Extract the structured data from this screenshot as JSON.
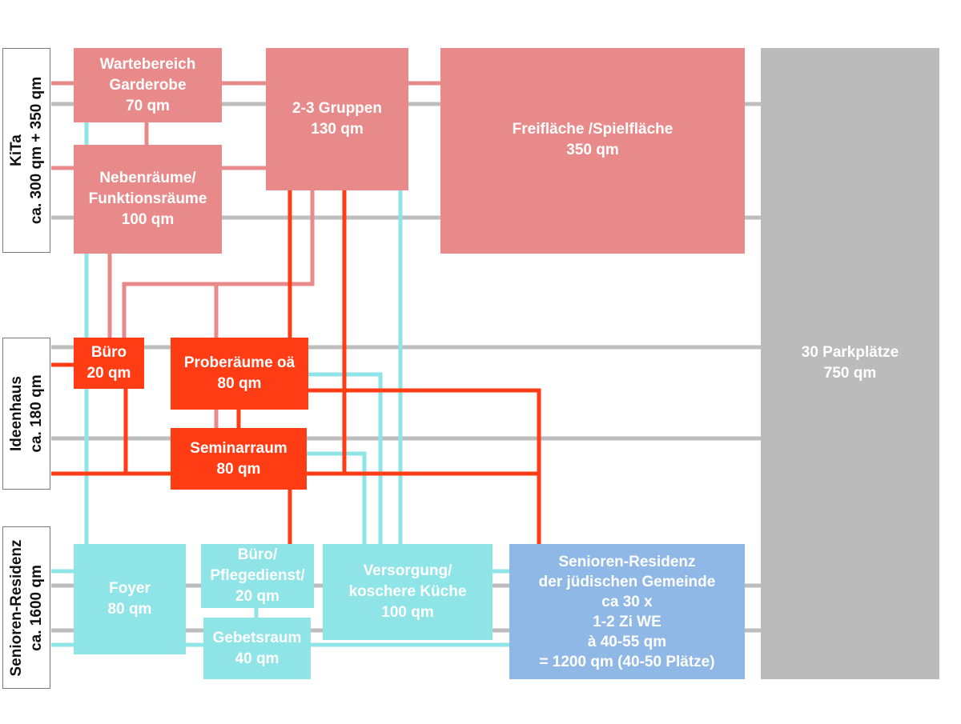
{
  "colors": {
    "kita": "#e98a8a",
    "ideenhaus": "#ff3c14",
    "senioren": "#8fe4e8",
    "residenz": "#8fb8e6",
    "parking": "#bbbbbb",
    "line_gray": "#bdbdbd"
  },
  "zones": {
    "kita": [
      "KiTa",
      "ca. 300 qm + 350 qm"
    ],
    "ideenhaus": [
      "Ideenhaus",
      "ca. 180 qm"
    ],
    "senioren": [
      "Senioren-Residenz",
      "ca. 1600 qm"
    ]
  },
  "rooms": {
    "wartebereich": [
      "Wartebereich",
      "Garderobe",
      "70 qm"
    ],
    "nebenraeume": [
      "Nebenräume/",
      "Funktionsräume",
      "100 qm"
    ],
    "gruppen": [
      "2-3 Gruppen",
      "130 qm"
    ],
    "freiflaeche": [
      "Freifläche /Spielfläche",
      "350 qm"
    ],
    "buero_ideen": [
      "Büro",
      "20 qm"
    ],
    "proberaeume": [
      "Proberäume oä",
      "80 qm"
    ],
    "seminarraum": [
      "Seminarraum",
      "80 qm"
    ],
    "foyer": [
      "Foyer",
      "80 qm"
    ],
    "buero_pflege": [
      "Büro/",
      "Pflegedienst/",
      "20 qm"
    ],
    "gebetsraum": [
      "Gebetsraum",
      "40 qm"
    ],
    "versorgung": [
      "Versorgung/",
      "koschere Küche",
      "100 qm"
    ],
    "residenz": [
      "Senioren-Residenz",
      "der jüdischen Gemeinde",
      "ca 30 x",
      "1-2 Zi WE",
      "à 40-55 qm",
      "= 1200 qm (40-50 Plätze)"
    ],
    "parkplaetze": [
      "30 Parkplätze",
      "750 qm"
    ]
  }
}
